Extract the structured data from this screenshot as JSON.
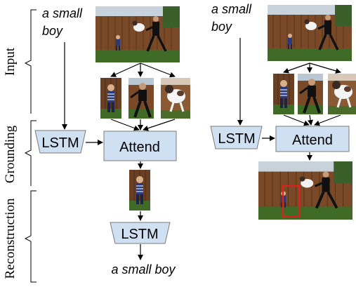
{
  "sections": {
    "input": "Input",
    "grounding": "Grounding",
    "reconstruction": "Reconstruction"
  },
  "left": {
    "query": "a small\nboy",
    "lstm_label": "LSTM",
    "attend_label": "Attend",
    "decoder_label": "LSTM",
    "output": "a small boy"
  },
  "right": {
    "query": "a small\nboy",
    "lstm_label": "LSTM",
    "attend_label": "Attend"
  },
  "colors": {
    "module_fill": "#cfe0f2",
    "highlight_box": "#e0201b"
  }
}
